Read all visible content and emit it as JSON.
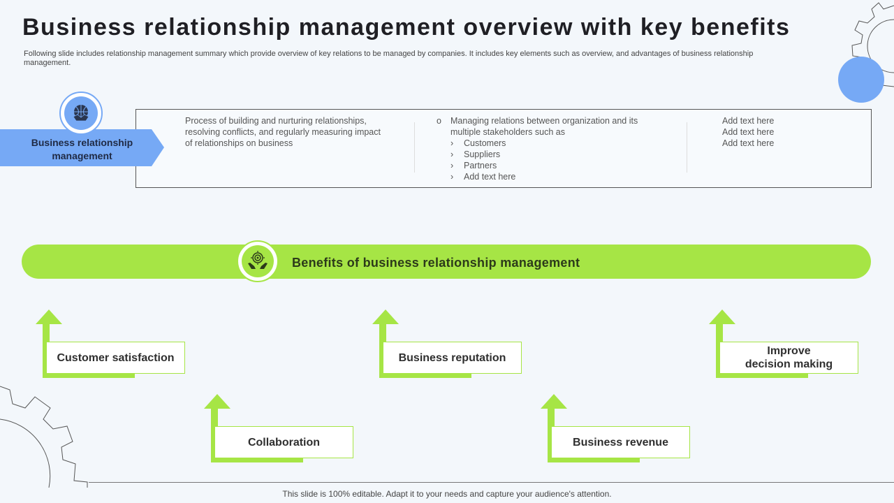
{
  "title": "Business relationship management overview with key benefits",
  "subtitle": "Following slide includes relationship management summary which provide overview of key relations to be managed by companies. It includes key elements such as overview, and advantages of business relationship management.",
  "overview": {
    "label": "Business relationship management",
    "icon": "handshake-globe-icon",
    "col1_text": "Process of building and nurturing relationships, resolving conflicts, and regularly measuring impact of relationships on business",
    "col2_text": "Managing relations between organization and its multiple stakeholders such as",
    "col2_items": [
      "Customers",
      "Suppliers",
      "Partners",
      "Add text here"
    ],
    "col3_items": [
      "Add text here",
      "Add text here",
      "Add text here"
    ]
  },
  "benefits": {
    "title": "Benefits of business relationship management",
    "icon": "hands-target-icon",
    "items": [
      "Customer satisfaction",
      "Collaboration",
      "Business reputation",
      "Business revenue",
      "Improve decision making"
    ]
  },
  "footer": "This slide is 100% editable. Adapt it to your needs and capture your audience's attention.",
  "colors": {
    "accent_green": "#a6e545",
    "accent_blue": "#76a9f5",
    "background": "#f3f7fb"
  }
}
